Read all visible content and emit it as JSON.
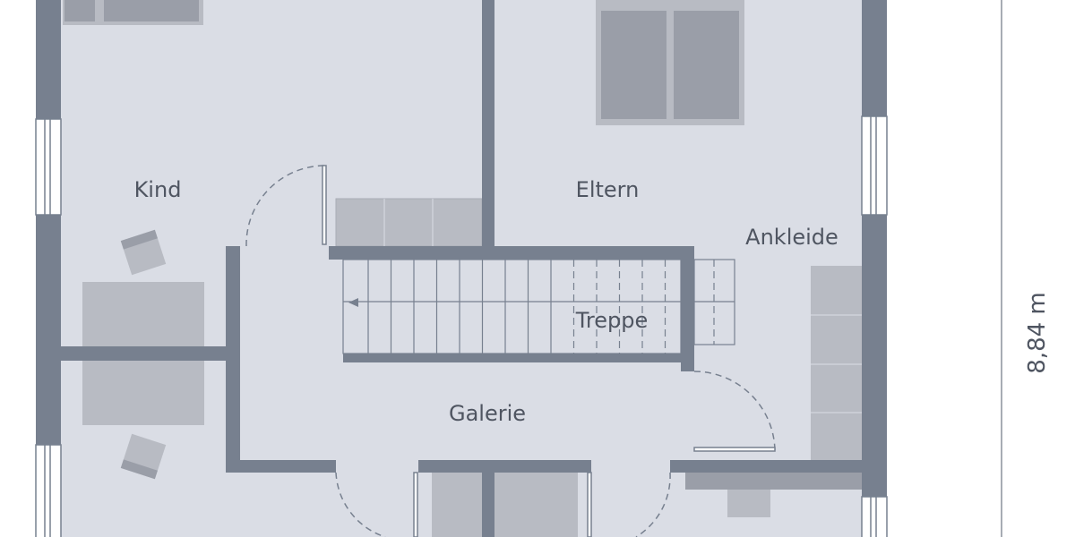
{
  "rooms": {
    "kind": "Kind",
    "eltern": "Eltern",
    "ankleide": "Ankleide",
    "treppe": "Treppe",
    "galerie": "Galerie"
  },
  "dimension": "8,84 m",
  "colors": {
    "floor": "#dadde5",
    "wall": "#77808f",
    "furniture_dark": "#9a9ea8",
    "furniture_light": "#b8bbc3",
    "text": "#4f5561"
  }
}
